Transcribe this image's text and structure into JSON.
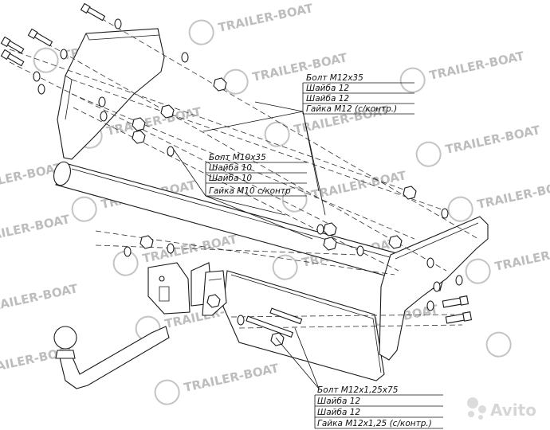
{
  "watermark": {
    "brand": "TRAILER-BOAT",
    "logo_text": "Avito",
    "color": "#b9b9b9"
  },
  "callouts": [
    {
      "id": "upper-right",
      "lines": [
        "Болт М12х35",
        "Шайба 12",
        "Шайба 12",
        "Гайка М12 (с/контр.)"
      ]
    },
    {
      "id": "middle",
      "lines": [
        "Болт М10х35",
        "Шайба 10",
        "Шайба 10",
        "Гайка М10 с/контр"
      ]
    },
    {
      "id": "bottom",
      "lines": [
        "Болт М12х1,25х75",
        "Шайба 12",
        "Шайба 12",
        "Гайка М12х1,25 (с/контр.)"
      ]
    }
  ],
  "colors": {
    "line": "#1a1a1a",
    "paper": "#ffffff"
  }
}
